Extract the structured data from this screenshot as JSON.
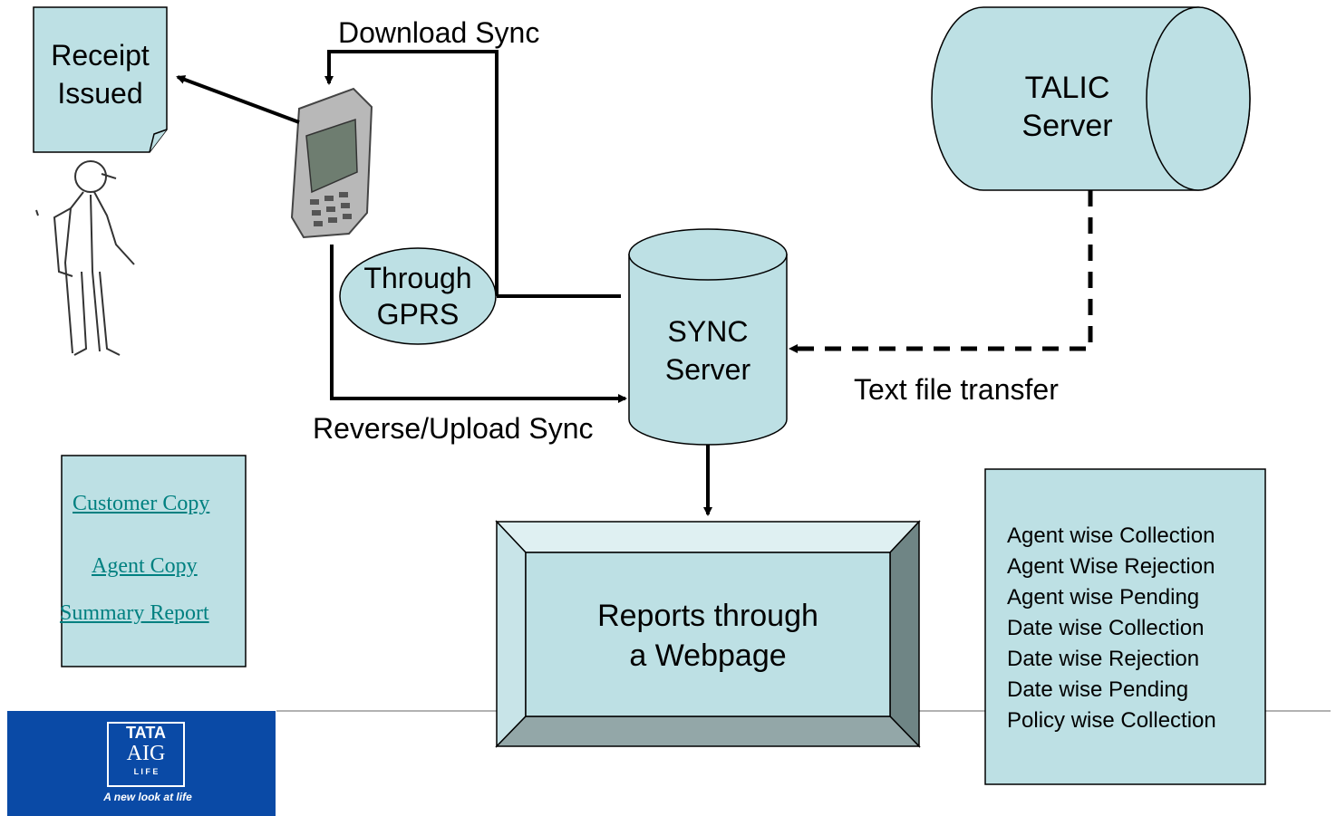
{
  "receipt": {
    "label": "Receipt\nIssued",
    "line1": "Receipt",
    "line2": "Issued"
  },
  "arrows": {
    "download_sync": "Download Sync",
    "reverse_upload_sync": "Reverse/Upload Sync",
    "text_file_transfer": "Text file transfer"
  },
  "gprs": {
    "line1": "Through",
    "line2": "GPRS"
  },
  "talic_server": {
    "line1": "TALIC",
    "line2": "Server"
  },
  "sync_server": {
    "line1": "SYNC",
    "line2": "Server"
  },
  "reports_box": {
    "line1": "Reports through",
    "line2": "a Webpage"
  },
  "copies": {
    "customer": "Customer Copy",
    "agent": "Agent Copy",
    "summary": "Summary Report"
  },
  "report_types": [
    "Agent wise Collection",
    "Agent Wise Rejection",
    "Agent wise Pending",
    "Date wise Collection",
    "Date wise Rejection",
    "Date wise Pending",
    "Policy wise Collection"
  ],
  "logo": {
    "line1": "TATA",
    "line2": "AIG",
    "line3": "L I F E",
    "tagline": "A new look at life"
  },
  "colors": {
    "shape_fill": "#bde0e4",
    "logo_blue": "#0a4aa6",
    "link": "#008080"
  }
}
